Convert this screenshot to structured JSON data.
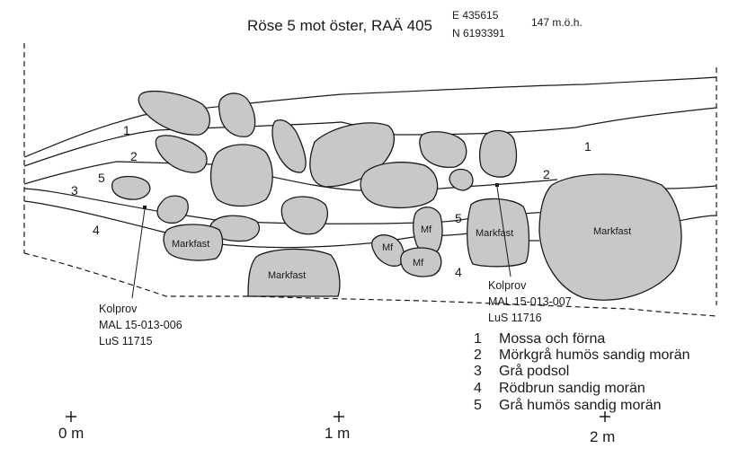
{
  "header": {
    "title": "Röse 5 mot öster, RAÄ 405",
    "easting": "E 435615",
    "northing": "N 6193391",
    "elevation": "147 m.ö.h."
  },
  "layer_numbers": [
    "1",
    "2",
    "3",
    "4",
    "5"
  ],
  "stones": {
    "markfast": "Markfast",
    "mf": "Mf"
  },
  "samples": [
    {
      "label": "Kolprov",
      "id": "MAL 15-013-006",
      "lab": "LuS 11715"
    },
    {
      "label": "Kolprov",
      "id": "MAL 15-013-007",
      "lab": "LuS 11716"
    }
  ],
  "legend": [
    {
      "num": "1",
      "text": "Mossa och förna"
    },
    {
      "num": "2",
      "text": "Mörkgrå humös sandig morän"
    },
    {
      "num": "3",
      "text": "Grå podsol"
    },
    {
      "num": "4",
      "text": "Rödbrun sandig morän"
    },
    {
      "num": "5",
      "text": "Grå humös sandig morän"
    }
  ],
  "scale": [
    "0 m",
    "1 m",
    "2 m"
  ],
  "colors": {
    "stone_fill": "#c8c8c8",
    "line": "#1a1a1a"
  }
}
